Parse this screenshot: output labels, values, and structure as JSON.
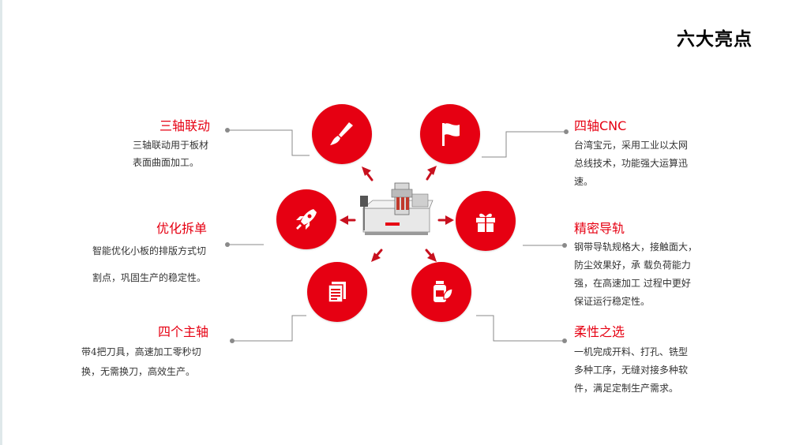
{
  "page": {
    "title": "六大亮点"
  },
  "features": {
    "f1": {
      "title": "三轴联动",
      "lines": [
        "三轴联动用于板材",
        "表面曲面加工。"
      ]
    },
    "f2": {
      "title": "优化拆单",
      "lines": [
        "智能优化小板的排版方式切",
        "割点，巩固生产的稳定性。"
      ]
    },
    "f3": {
      "title": "四个主轴",
      "lines": [
        "带4把刀具，高速加工零秒切",
        "换，无需换刀，高效生产。"
      ]
    },
    "f4": {
      "title": "四轴CNC",
      "lines": [
        "台湾宝元，采用工业以太网",
        "总线技术，功能强大运算迅",
        "速。"
      ]
    },
    "f5": {
      "title": "精密导轨",
      "lines": [
        "钢带导轨规格大，接触面大，",
        "防尘效果好，承 载负荷能力",
        "强，在高速加工 过程中更好",
        "保证运行稳定性。"
      ]
    },
    "f6": {
      "title": "柔性之选",
      "lines": [
        "一机完成开料、打孔、铣型",
        "多种工序，无缝对接多种软",
        "件，满足定制生产需求。"
      ]
    }
  },
  "icons": {
    "c1": "paintbrush-icon",
    "c2": "flag-icon",
    "c3": "rocket-icon",
    "c4": "gift-box-icon",
    "c5": "document-icon",
    "c6": "bottle-leaf-icon"
  },
  "colors": {
    "accent": "#e60012",
    "text": "#333333",
    "line": "#888888"
  }
}
